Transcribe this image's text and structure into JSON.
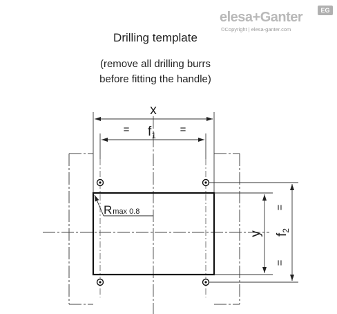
{
  "logo": {
    "brand": "elesa+Ganter",
    "badge": "EG",
    "copyright": "©Copyright | elesa-ganter.com"
  },
  "title": "Drilling template",
  "subtitle": [
    "(remove all drilling burrs",
    "before fitting the handle)"
  ],
  "dimensions": {
    "x": "x",
    "f1_main": "f",
    "f1_sub": "1",
    "equals": "=",
    "y": "y",
    "f2_main": "f",
    "f2_sub": "2",
    "radius_main": "R",
    "radius_sub": "max 0.8"
  }
}
